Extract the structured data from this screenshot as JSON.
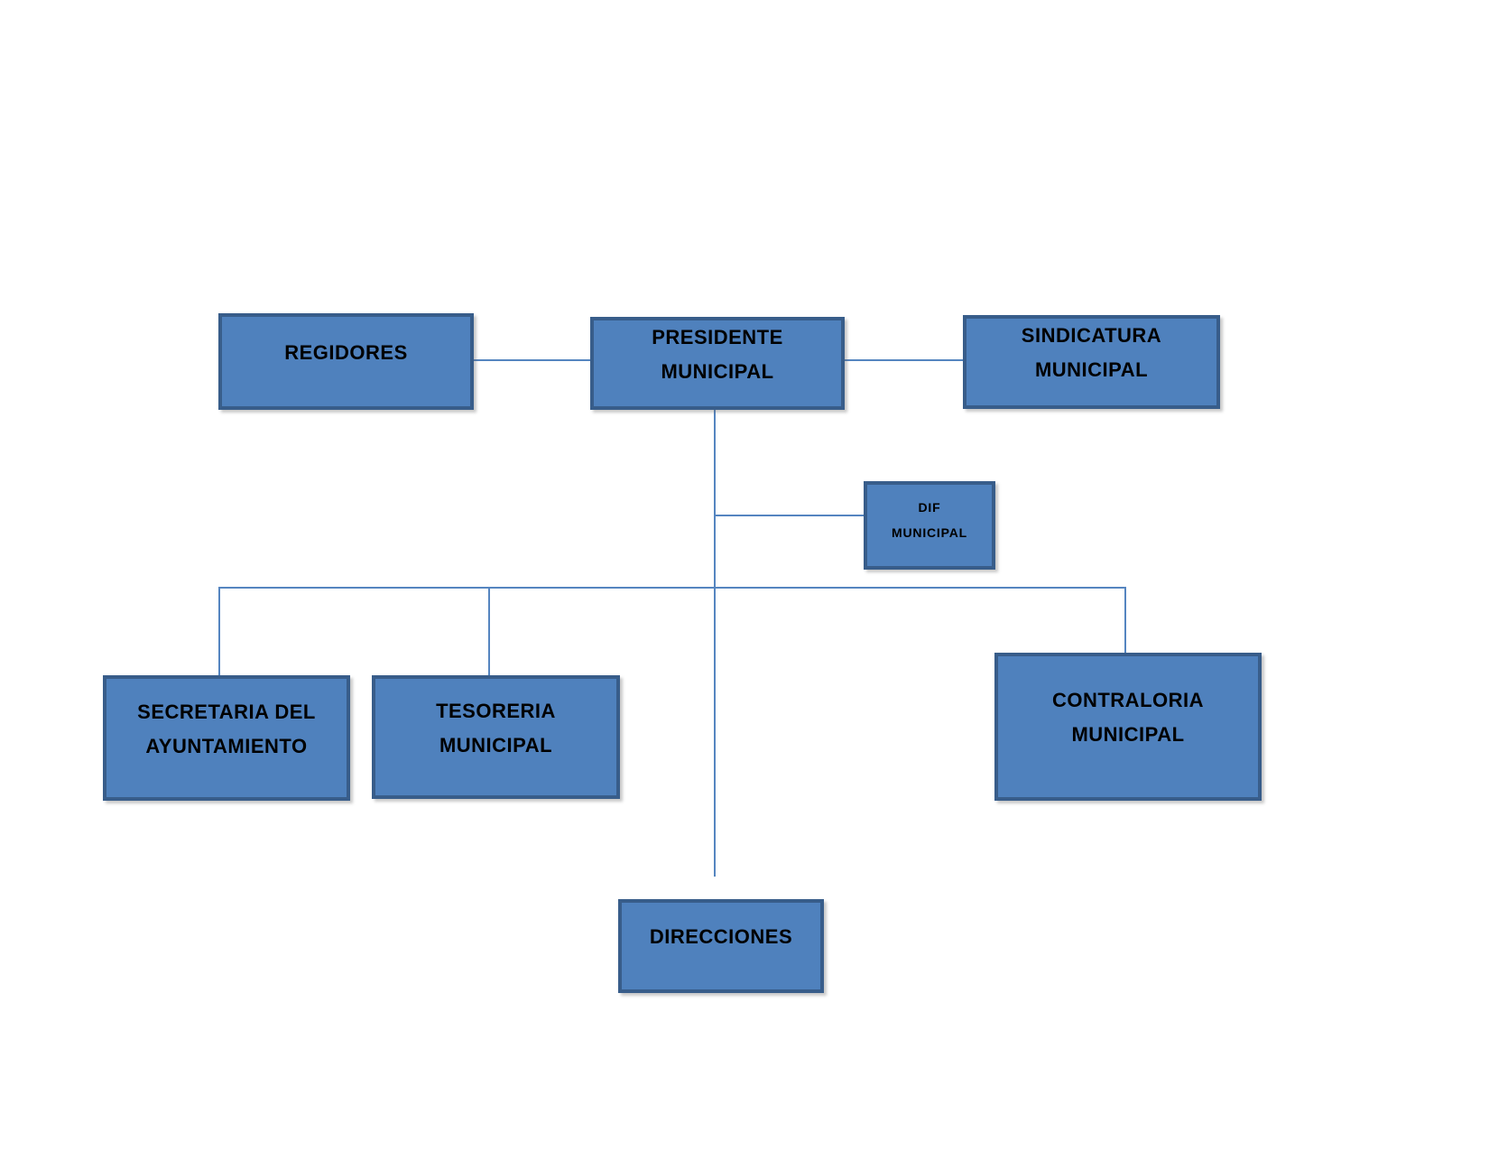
{
  "diagram": {
    "type": "organizational-chart",
    "colors": {
      "node_fill": "#4f81bd",
      "node_border": "#385d8a",
      "connector": "#5585c0",
      "node_text": "#000000",
      "background": "#ffffff"
    },
    "nodes": {
      "regidores": {
        "lines": [
          "REGIDORES"
        ]
      },
      "presidente": {
        "lines": [
          "PRESIDENTE",
          "MUNICIPAL"
        ]
      },
      "sindicatura": {
        "lines": [
          "SINDICATURA",
          "MUNICIPAL"
        ]
      },
      "dif": {
        "lines": [
          "DIF",
          "MUNICIPAL"
        ]
      },
      "secretaria": {
        "lines": [
          "SECRETARIA DEL",
          "AYUNTAMIENTO"
        ]
      },
      "tesoreria": {
        "lines": [
          "TESORERIA",
          "MUNICIPAL"
        ]
      },
      "contraloria": {
        "lines": [
          "CONTRALORIA",
          "MUNICIPAL"
        ]
      },
      "direcciones": {
        "lines": [
          "DIRECCIONES"
        ]
      }
    },
    "edges": [
      {
        "from": "presidente",
        "to": "regidores"
      },
      {
        "from": "presidente",
        "to": "sindicatura"
      },
      {
        "from": "presidente",
        "to": "dif"
      },
      {
        "from": "presidente",
        "to": "secretaria"
      },
      {
        "from": "presidente",
        "to": "tesoreria"
      },
      {
        "from": "presidente",
        "to": "contraloria"
      },
      {
        "from": "presidente",
        "to": "direcciones"
      }
    ]
  }
}
